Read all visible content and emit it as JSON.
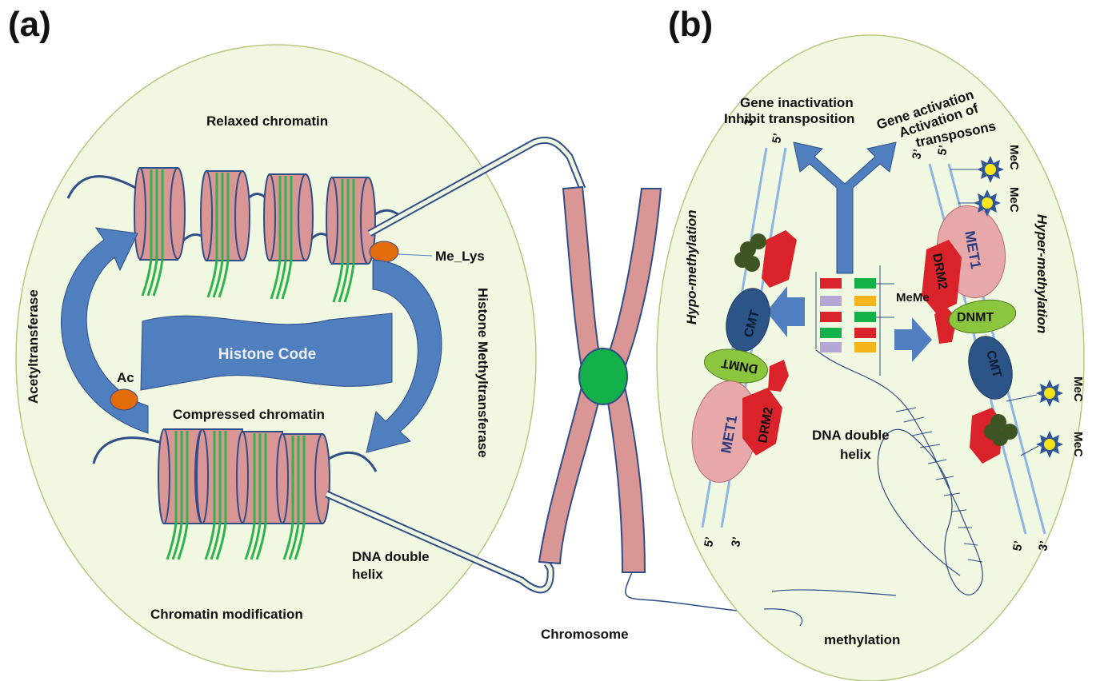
{
  "panels": {
    "a": "(a)",
    "b": "(b)"
  },
  "panel_a": {
    "relaxed": "Relaxed chromatin",
    "compressed": "Compressed chromatin",
    "histone_code": "Histone Code",
    "me_lys": "Me_Lys",
    "ac": "Ac",
    "acetyltransferase": "Acetyltransferase",
    "histone_methyltransferase": "Histone Methyltransferase",
    "dna_line1": "DNA double",
    "dna_line2": "helix",
    "footer": "Chromatin modification"
  },
  "chromosome": {
    "label": "Chromosome"
  },
  "panel_b": {
    "gene_inactivation": "Gene inactivation",
    "inhibit_transposition": "Inhibit transposition",
    "gene_activation": "Gene activation",
    "activation_of": "Activation of",
    "transposons": "transposons",
    "hypo": "Hypo-methylation",
    "hyper": "Hyper-methylation",
    "meme": "MeMe",
    "mec": "MeC",
    "cmt": "CMT",
    "dnmt": "DNMT",
    "met1": "MET1",
    "drm2": "DRM2",
    "dna_line1": "DNA double",
    "dna_line2": "helix",
    "footer": "methylation",
    "end3": "3’",
    "end5": "5’"
  },
  "colors": {
    "cell_fill": "#f1f8e2",
    "cell_stroke": "#b4c97f",
    "nucleosome": "#d99694",
    "nucleosome_stroke": "#2f4d86",
    "dna_green": "#2fb34b",
    "arrow_blue": "#4f7fbf",
    "histone_code_fill": "#4f7fbf",
    "orange": "#e36c0a",
    "centromere": "#14b04a",
    "cmt": "#2d5486",
    "dnmt": "#8cc63f",
    "met1": "#e6a8a8",
    "drm2": "#d9222a",
    "dark_green": "#3e5422",
    "star_blue": "#2f5597",
    "star_yellow": "#f4e41b",
    "strand": "#8eb4e3"
  }
}
